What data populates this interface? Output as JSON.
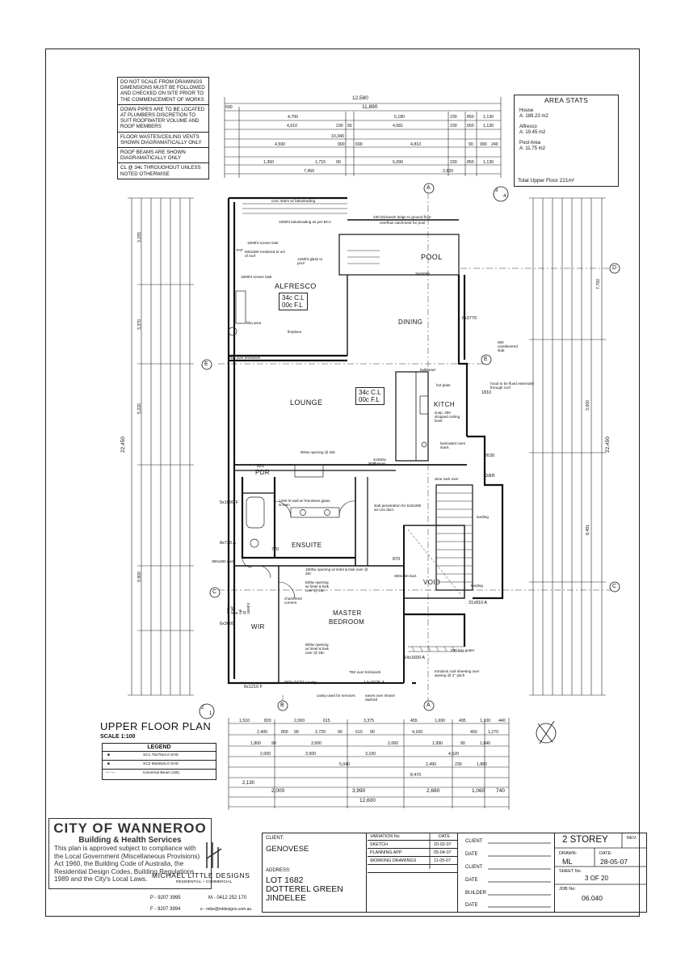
{
  "notes": [
    "DO NOT SCALE FROM DRAWINGS DIMENSIONS MUST BE FOLLOWED AND CHECKED ON SITE PRIOR TO THE COMMENCEMENT OF WORKS",
    "DOWN PIPES ARE TO BE LOCATED AT PLUMBERS DISCRETION TO SUIT ROOFWATER VOLUME AND ROOF MEMBERS",
    "FLOOR WASTES/CEILING VENTS SHOWN DIAGRAMATICALLY ONLY",
    "ROOF BEAMS ARE SHOWN DIAGRAMATICALLY ONLY",
    "CL @ 34c THROUGHOUT UNLESS NOTED OTHERWISE"
  ],
  "area_stats": {
    "title": "AREA STATS",
    "house_label": "House",
    "house_value": "A: 189.23 m2",
    "alfresco_label": "Alfresco",
    "alfresco_value": "A: 19.45 m2",
    "pool_label": "Pool Area",
    "pool_value": "A: 11.75 m2",
    "total": "Total Upper Floor 221m²"
  },
  "dimensions": {
    "top_overall": "12,580",
    "top_overall2": "11,890",
    "top_row1": [
      "690",
      "4,700",
      "5,180",
      "230",
      "850",
      "1,130"
    ],
    "top_row2": [
      "4,610",
      "230",
      "65",
      "4,581",
      "230",
      "650",
      "1,130"
    ],
    "top_row3": [
      "10,340"
    ],
    "top_row4": [
      "4,590",
      "900",
      "690",
      "4,810",
      "90",
      "990",
      "240"
    ],
    "top_row5": [
      "1,360",
      "1,715",
      "90",
      "5,090",
      "230",
      "850",
      "1,130"
    ],
    "top_row6": [
      "7,450",
      "2,820"
    ],
    "bottom_row1": [
      "1,510",
      "820",
      "2,000",
      "615",
      "3,375",
      "455",
      "1,690",
      "495",
      "1,100",
      "440"
    ],
    "bottom_row2": [
      "2,400",
      "800",
      "90",
      "2,720",
      "90",
      "510",
      "90",
      "4,160",
      "450",
      "1,270"
    ],
    "bottom_row3": [
      "1,800",
      "90",
      "3,500",
      "2,060",
      "1,990",
      "90",
      "1,840"
    ],
    "bottom_row4": [
      "2,000",
      "3,500",
      "3,100",
      "4,520"
    ],
    "bottom_row5": [
      "5,040",
      "2,490",
      "230",
      "1,860"
    ],
    "bottom_row6": [
      "8,470"
    ],
    "bottom_row7": [
      "2,130",
      "2,000",
      "3,990",
      "2,680",
      "1,060",
      "740"
    ],
    "bottom_overall": "12,600",
    "left_overall": "22,450",
    "left_major": [
      "3,155",
      "3,370",
      "5,220",
      "9,900"
    ],
    "right_major": [
      "7,760",
      "3,000",
      "8,491"
    ],
    "right_overall": "22,450"
  },
  "rooms": {
    "alfresco": "ALFRESCO",
    "alfresco_cl": "34c C.L",
    "alfresco_fl": "00c F.L",
    "pool": "POOL",
    "dining": "DINING",
    "lounge": "LOUNGE",
    "lounge_cl": "34c C.L",
    "lounge_fl": "00c F.L",
    "kitchen": "KITCH",
    "pdr": "PDR",
    "ensuite": "ENSUITE",
    "master1": "MASTER",
    "master2": "BEDROOM",
    "wir": "WIR",
    "void": "VOID",
    "pan": "pan"
  },
  "annotations": {
    "stairs": "conc stairs w/ balustrading",
    "balustrade": "1050ht balustrading as per BCA",
    "brick_ledge": "230 brickwork ledge to ground floor",
    "overflow": "overflow catchment for pool",
    "screen1": "1800ht screen bwk",
    "screen2": "1800ht screen bwk",
    "tap": "TAP",
    "rendered": "600x300 rendered to u/s of roof",
    "glass": "1250ht glass to pool",
    "bbq": "bbq area",
    "fireplace": "fireplace",
    "pool_size": "34x5090",
    "bulkhead": "bulkhead",
    "hotplate": "hot plate",
    "hood": "hood to be flued externally through roof",
    "dropped": "susp. 250 dropped ceiling level",
    "oven": "laminated oven stack",
    "wine": "wine rack over",
    "opening900": "900w opening @ 28c",
    "shelves": "4x450w shelves",
    "landing1": "landing",
    "landing2": "landing",
    "slab": "slab penetration for 510x280 air-con duct",
    "ensuite_wall": "1400 ht wall w/ frameless glass screen",
    "opening1900": "1900w opening w/ lintel & bwk over @ 28c",
    "opening500": "500w opening w/ lintel & bwk over @ 28c",
    "opening900b": "900w opening w/ lintel & bwk over @ 28c",
    "chamfered": "chamfered corners",
    "shelf_rail": "450w shelf & rail @ 1800ht",
    "brickwork": "TB2 over brickwork",
    "lintel": "TB2 over brickwork",
    "gutter": "200 box gutter",
    "roof_sheet": "trimdeck roof sheeting over awning @ 2° pitch",
    "cavity": "cavity used for services",
    "eaves": "eaves over shown dashed",
    "pen360": "360x360 duct",
    "ref870": "870",
    "ref800": "800",
    "ref820": "820",
    "ref720": "720",
    "ref1810": "1810",
    "ref2630": "2630",
    "ref6x3770": "6x3770",
    "ref6x1210": "6x1210 F",
    "ref14x3375": "14x3375 A",
    "ref31x810": "31x810 A",
    "ref650": "650 cantilevered slab",
    "ref380": "380x380 duct",
    "ref5x1690": "5x1690 F",
    "ref8x730": "8x730 A",
    "ref6x3000": "6x3000",
    "ref14x1600": "14x1600 A",
    "ref9651620": "965x1620 cavity"
  },
  "grid": {
    "A": "A",
    "B": "B",
    "C": "C",
    "D": "D",
    "E": "E",
    "sec1": "3",
    "sec1b": "4",
    "sec2": "2",
    "sec2b": "1"
  },
  "plan_title": "UPPER FLOOR PLAN",
  "scale": "SCALE 1:100",
  "legend": {
    "title": "LEGEND",
    "row1": "SC1 75x75x4.0 SHS",
    "row2": "SC2 65x65x5.0 SHS",
    "row3": "Universal Beam (UB)"
  },
  "stamp": {
    "line1": "CITY OF WANNEROO",
    "line2": "Building & Health Services",
    "body": "This plan is approved subject to compliance with the Local Government (Miscellaneous Provisions) Act 1960, the Building Code of Australia, the Residential Design Codes, Building Regulations 1989 and the City's Local Laws."
  },
  "company": {
    "name": "MICHAEL LITTLE DESIGNS",
    "tag": "RESIDENTIAL + COMMERCIAL",
    "phone": "P - 9207 3995",
    "mobile": "M - 0412 252 170",
    "fax": "F - 9207 3994",
    "email": "e - mike@mldesigns.com.au"
  },
  "titleblock": {
    "client_label": "CLIENT:",
    "client": "GENOVESE",
    "address_label": "ADDRESS:",
    "address1": "LOT 1682",
    "address2": "DOTTEREL GREEN",
    "address3": "JINDELEE",
    "variation_header": "VARIATION No",
    "date_header": "DATE",
    "variations": [
      {
        "name": "SKETCH",
        "date": "20-02-07"
      },
      {
        "name": "PLANNING APP",
        "date": "05-04-07"
      },
      {
        "name": "WORKING DRAWINGS",
        "date": "11-05-07"
      },
      {
        "name": "",
        "date": ""
      }
    ],
    "sign_rows": [
      "CLIENT",
      "DATE",
      "CLIENT",
      "DATE",
      "BUILDER",
      "DATE"
    ],
    "storey": "2 STOREY",
    "rev_label": "REV:",
    "drawn_label": "DRAWN:",
    "drawn": "ML",
    "date_label": "DATE:",
    "date": "28-05-07",
    "sheet_label": "SHEET No",
    "sheet": "3 OF 20",
    "job_label": "JOB No:",
    "job": "06.040"
  }
}
